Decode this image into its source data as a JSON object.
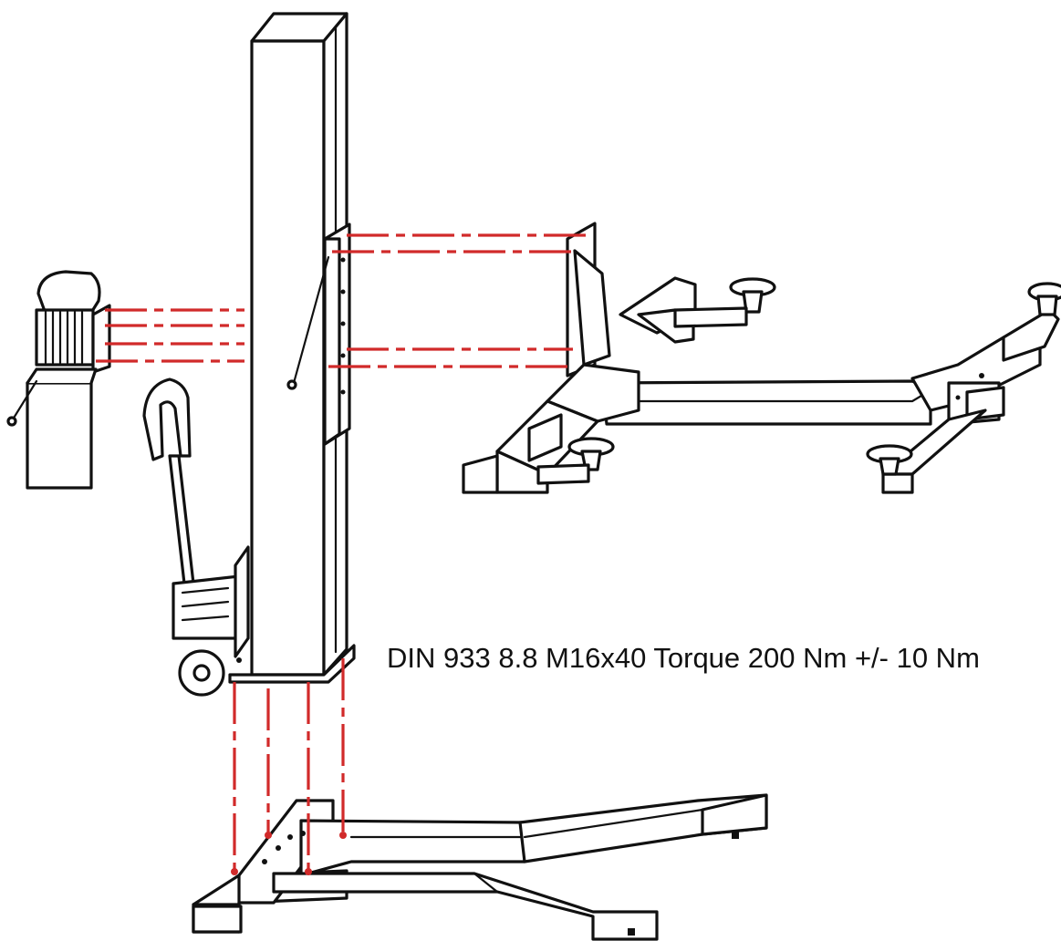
{
  "annotation": {
    "torque_spec": "DIN 933 8.8 M16x40 Torque 200 Nm +/- 10 Nm"
  },
  "colors": {
    "line_art": "#111111",
    "assembly_guide": "#d12a2a",
    "background": "#ffffff"
  },
  "components": [
    "lift-column",
    "hydraulic-power-unit",
    "carriage-arm-assembly",
    "base-frame",
    "pallet-jack-handle"
  ]
}
